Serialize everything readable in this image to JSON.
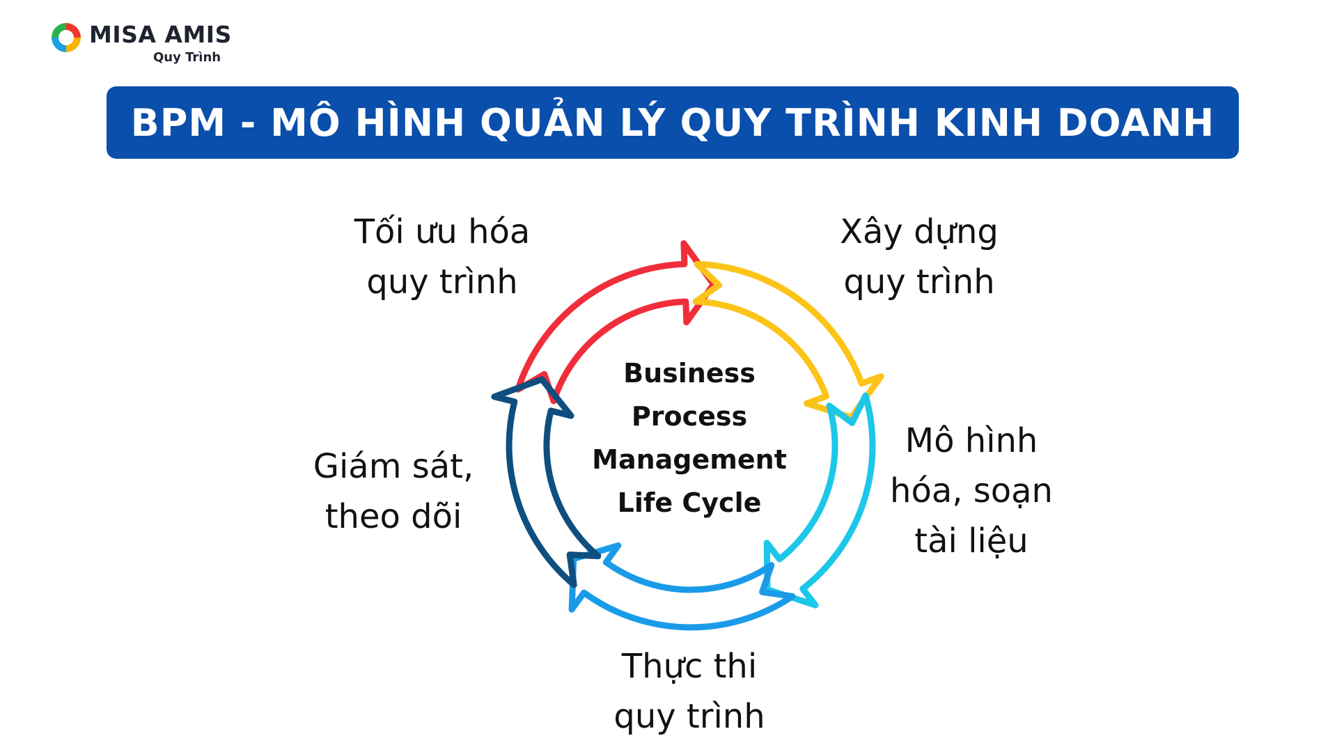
{
  "logo": {
    "brand": "MISA AMIS",
    "subtitle": "Quy Trình",
    "colors": [
      "#f0362e",
      "#f7b500",
      "#1aa0e3",
      "#2bb34a"
    ]
  },
  "banner": {
    "title": "BPM - MÔ HÌNH QUẢN LÝ QUY TRÌNH KINH DOANH",
    "background": "#0a4fab"
  },
  "diagram": {
    "center_lines": [
      "Business",
      "Process",
      "Management",
      "Life Cycle"
    ],
    "stages": [
      {
        "lines": [
          "Tối ưu hóa",
          "quy trình"
        ],
        "color": "#f02d3a"
      },
      {
        "lines": [
          "Xây dựng",
          "quy trình"
        ],
        "color": "#fcc418"
      },
      {
        "lines": [
          "Mô hình",
          "hóa, soạn",
          "tài liệu"
        ],
        "color": "#1cc7e8"
      },
      {
        "lines": [
          "Thực thi",
          "quy trình"
        ],
        "color": "#1a9be8"
      },
      {
        "lines": [
          "Giám sát,",
          "theo dõi"
        ],
        "color": "#0e4f7f"
      }
    ]
  }
}
